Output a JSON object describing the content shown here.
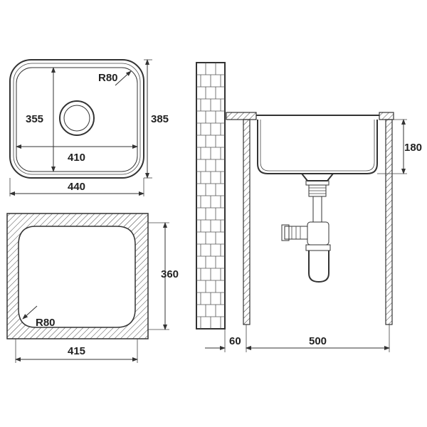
{
  "labels": {
    "top_radius": "R80",
    "top_inner_height": "355",
    "top_outer_height": "385",
    "top_inner_width": "410",
    "top_outer_width": "440",
    "bottom_radius": "R80",
    "bottom_height": "360",
    "bottom_width": "415",
    "side_depth": "180",
    "wall_gap": "60",
    "cabinet_width": "500"
  },
  "colors": {
    "line": "#333333",
    "background": "#ffffff"
  }
}
